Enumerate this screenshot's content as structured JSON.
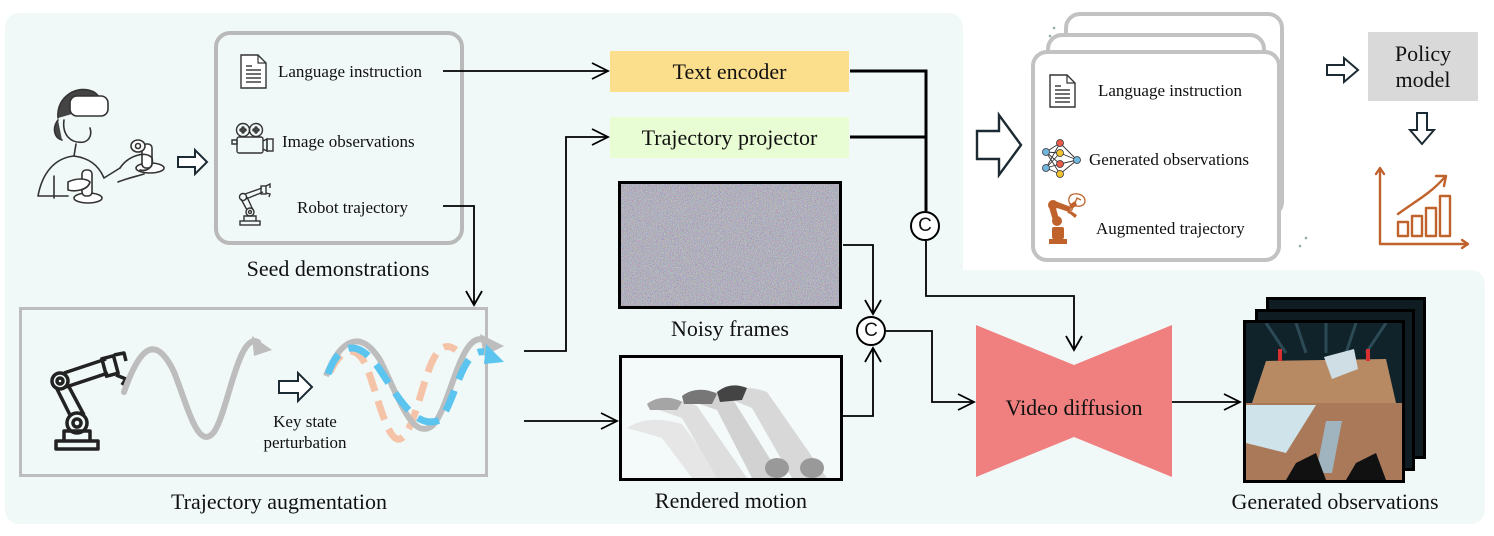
{
  "seed": {
    "items": [
      {
        "icon": "document-icon",
        "label": "Language instruction"
      },
      {
        "icon": "film-camera-icon",
        "label": "Image observations"
      },
      {
        "icon": "robot-arm-icon",
        "label": "Robot trajectory"
      }
    ],
    "caption": "Seed demonstrations"
  },
  "operator": {
    "icon": "vr-teleoperator-icon"
  },
  "encoders": {
    "text_encoder": "Text encoder",
    "trajectory_projector": "Trajectory projector"
  },
  "noise": {
    "caption": "Noisy frames"
  },
  "rendered": {
    "caption": "Rendered motion"
  },
  "augmentation": {
    "caption": "Trajectory augmentation",
    "perturbation_label_line1": "Key state",
    "perturbation_label_line2": "perturbation"
  },
  "concat_symbol": "C",
  "diffusion": {
    "label": "Video diffusion"
  },
  "generated": {
    "caption": "Generated observations"
  },
  "dataset": {
    "items": [
      {
        "icon": "document-icon",
        "label": "Language instruction"
      },
      {
        "icon": "neural-network-icon",
        "label": "Generated observations"
      },
      {
        "icon": "dreaming-robot-icon",
        "label": "Augmented trajectory"
      }
    ]
  },
  "policy": {
    "line1": "Policy",
    "line2": "model"
  },
  "result": {
    "icon": "growth-chart-icon"
  },
  "colors": {
    "panel_bg": "#f1f9f8",
    "text_encoder": "#fbdf8c",
    "trajectory_projector": "#e9fdd4",
    "video_diffusion": "#f08080",
    "policy_box": "#d9d9d9",
    "accent_orange": "#c0622c",
    "perturb_blue": "#5bc4ef",
    "perturb_peach": "#f5c4a8",
    "trajectory_gray": "#bdbdbd"
  }
}
